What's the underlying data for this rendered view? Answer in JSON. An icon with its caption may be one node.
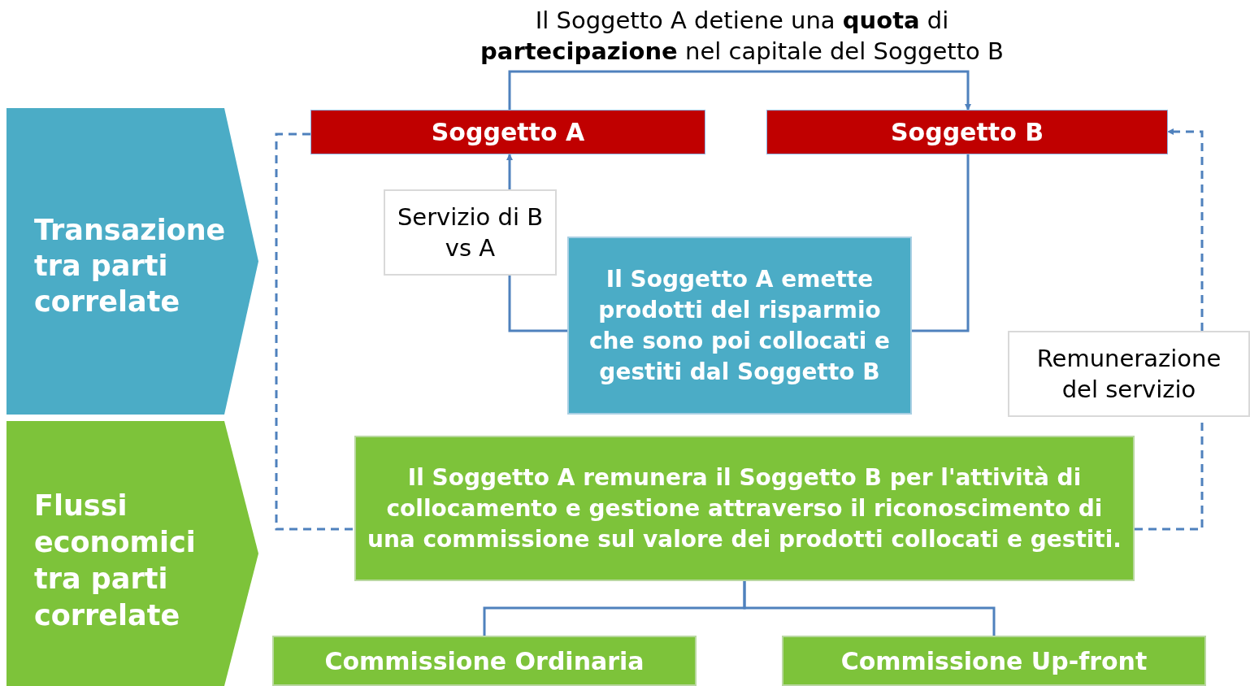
{
  "diagram": {
    "nodes": [
      {
        "text": [
          "Transazione tra parti correlate"
        ]
      },
      {
        "text": [
          "Flussi economici tra parti correlate"
        ]
      },
      {
        "text": [
          "Soggetto A"
        ]
      },
      {
        "text": [
          "Soggetto B"
        ]
      },
      {
        "text": [
          "Servizio di B vs A"
        ]
      },
      {
        "text": [
          "Il Soggetto A emette prodotti del risparmio che sono poi collocati e gestiti dal Soggetto B"
        ]
      },
      {
        "text": [
          "Remunerazione del servizio"
        ]
      },
      {
        "text": [
          "Il Soggetto A remunera il Soggetto B per l'attività di collocamento e gestione attraverso il riconoscimento di una commissione sul valore dei prodotti collocati e gestiti."
        ]
      },
      {
        "text": [
          "Commissione Ordinaria"
        ]
      },
      {
        "text": [
          "Commissione Up-front"
        ]
      }
    ],
    "edges": [
      {
        "from": 2,
        "to": 3,
        "arrow": "to",
        "label": "Il Soggetto A detiene una **quota** di **partecipazione** nel capitale del Soggetto B"
      },
      {
        "from": 3,
        "to": 5,
        "arrow": "none"
      },
      {
        "from": 5,
        "to": 4,
        "arrow": "none"
      },
      {
        "from": 4,
        "to": 2,
        "arrow": "to"
      },
      {
        "from": 2,
        "to": 7,
        "arrow": "none",
        "style": "dashed"
      },
      {
        "from": 7,
        "to": 6,
        "arrow": "none",
        "style": "dashed"
      },
      {
        "from": 6,
        "to": 3,
        "arrow": "to",
        "style": "dashed"
      },
      {
        "from": 7,
        "to": 8,
        "arrow": "none"
      },
      {
        "from": 7,
        "to": 9,
        "arrow": "none"
      }
    ]
  }
}
